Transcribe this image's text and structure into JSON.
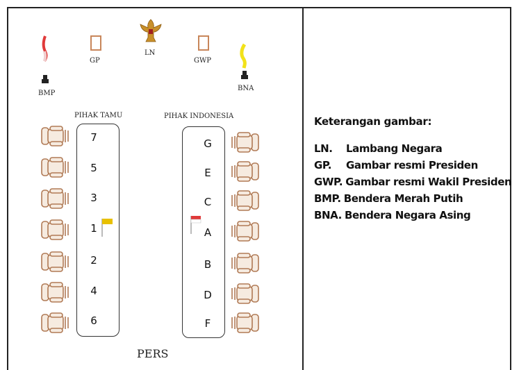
{
  "labels": {
    "ln": "LN",
    "gp": "GP",
    "gwp": "GWP",
    "bmp": "BMP",
    "bna": "BNA",
    "guest_side": "PIHAK TAMU",
    "host_side": "PIHAK INDONESIA",
    "press": "PERS"
  },
  "guest_seats": [
    "7",
    "5",
    "3",
    "1",
    "2",
    "4",
    "6"
  ],
  "host_seats": [
    "G",
    "E",
    "C",
    "A",
    "B",
    "D",
    "F"
  ],
  "legend": {
    "title": "Keterangan gambar:",
    "items": [
      {
        "abbr": "LN.",
        "text": "Lambang Negara"
      },
      {
        "abbr": "GP.",
        "text": "Gambar resmi Presiden"
      },
      {
        "abbr": "GWP.",
        "text": "Gambar resmi Wakil Presiden"
      },
      {
        "abbr": "BMP.",
        "text": "Bendera Merah Putih"
      },
      {
        "abbr": "BNA.",
        "text": "Bendera Negara Asing"
      }
    ]
  },
  "colors": {
    "red_flag": "#e03a3a",
    "yellow_flag": "#f2e21a",
    "table_flag_yellow": "#e8c000",
    "frame_brown": "#c8865a",
    "chair_brown": "#b07a55",
    "emblem_gold": "#c9902a"
  }
}
